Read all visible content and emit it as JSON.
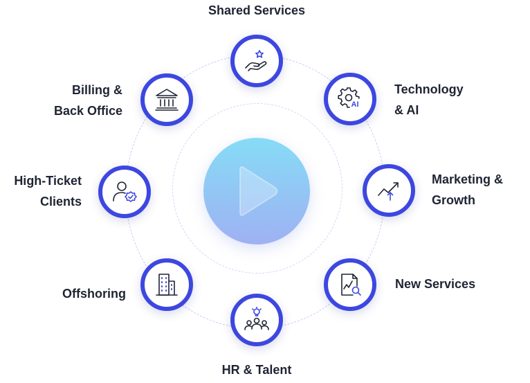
{
  "diagram": {
    "center": {
      "icon": "play-icon"
    },
    "nodes": [
      {
        "key": "shared-services",
        "label": "Shared Services",
        "icon": "hand-star-icon"
      },
      {
        "key": "technology-ai",
        "label": "Technology\n& AI",
        "icon": "gear-ai-icon"
      },
      {
        "key": "marketing-growth",
        "label": "Marketing &\nGrowth",
        "icon": "growth-chart-icon"
      },
      {
        "key": "new-services",
        "label": "New Services",
        "icon": "document-search-icon"
      },
      {
        "key": "hr-talent",
        "label": "HR & Talent",
        "icon": "team-idea-icon"
      },
      {
        "key": "offshoring",
        "label": "Offshoring",
        "icon": "buildings-icon"
      },
      {
        "key": "high-ticket-clients",
        "label": "High-Ticket\nClients",
        "icon": "user-badge-icon"
      },
      {
        "key": "billing-back-office",
        "label": "Billing &\nBack Office",
        "icon": "bank-icon"
      }
    ],
    "colors": {
      "node_border": "#3d47e0",
      "icon_stroke": "#1f2433",
      "accent": "#3d47e0",
      "label": "#1f2433"
    }
  }
}
